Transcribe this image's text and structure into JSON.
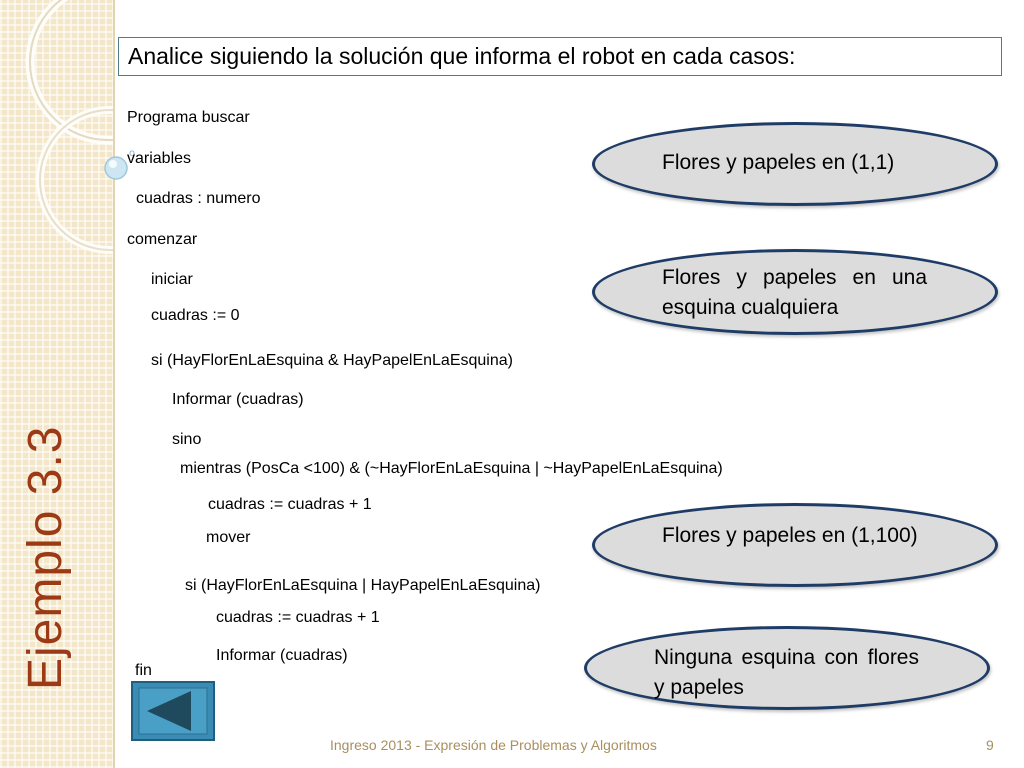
{
  "side_title": "Ejemplo 3.3",
  "header": "Analice siguiendo la solución que informa el robot en cada casos:",
  "code_lines": [
    "Programa buscar",
    "variables",
    "cuadras : numero",
    "comenzar",
    "iniciar",
    "cuadras := 0",
    "si (HayFlorEnLaEsquina & HayPapelEnLaEsquina)",
    "Informar (cuadras)",
    "sino",
    "mientras (PosCa <100)  &      (~HayFlorEnLaEsquina | ~HayPapelEnLaEsquina)",
    "cuadras := cuadras + 1",
    "mover",
    "si (HayFlorEnLaEsquina | HayPapelEnLaEsquina)",
    "cuadras := cuadras + 1",
    "Informar (cuadras)",
    "fin"
  ],
  "cases": [
    "Flores y papeles en (1,1)",
    "Flores y papeles en una esquina cualquiera",
    "Flores y papeles en (1,100)",
    "Ninguna esquina con flores y papeles"
  ],
  "footer": {
    "text": "Ingreso 2013 - Expresión de Problemas y Algoritmos",
    "page_number": "9"
  },
  "colors": {
    "accent": "#9b3a14",
    "oval_fill": "#dcdcdc",
    "oval_border": "#1f3c66",
    "button": "#3a8cb5",
    "button_arrow": "#1f4a5e"
  }
}
